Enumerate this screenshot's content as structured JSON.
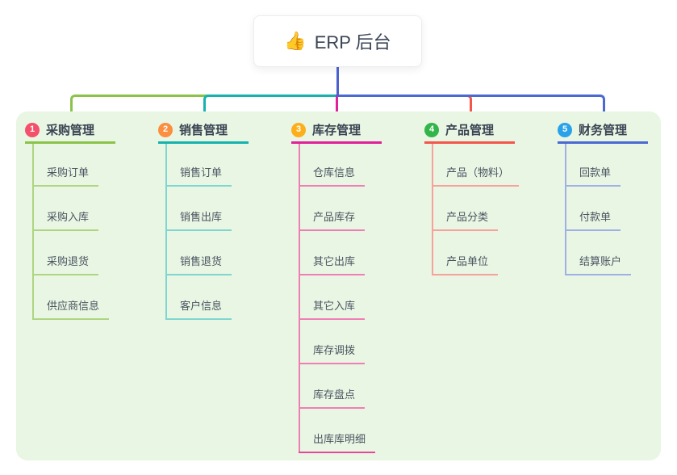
{
  "root": {
    "icon": "👍",
    "icon_name": "thumbs-up-icon",
    "label": "ERP 后台",
    "stem_color": "#4b62ce"
  },
  "panel": {
    "bg": "#e8f6e3"
  },
  "branches": [
    {
      "badge": "1",
      "badge_color": "#f4506b",
      "label": "采购管理",
      "color": "#8bc34a",
      "tint": "#aed581",
      "children": [
        "采购订单",
        "采购入库",
        "采购退货",
        "供应商信息"
      ]
    },
    {
      "badge": "2",
      "badge_color": "#fb8e3f",
      "label": "销售管理",
      "color": "#16b3ae",
      "tint": "#7fd6d0",
      "children": [
        "销售订单",
        "销售出库",
        "销售退货",
        "客户信息"
      ]
    },
    {
      "badge": "3",
      "badge_color": "#fcaf1b",
      "label": "库存管理",
      "color": "#e0219a",
      "tint": "#f07eb5",
      "last_line_color": "#e8459c",
      "children": [
        "仓库信息",
        "产品库存",
        "其它出库",
        "其它入库",
        "库存调拨",
        "库存盘点",
        "出库库明细"
      ]
    },
    {
      "badge": "4",
      "badge_color": "#33b54a",
      "label": "产品管理",
      "color": "#f4564c",
      "tint": "#f8a09a",
      "children": [
        "产品（物料）",
        "产品分类",
        "产品单位"
      ]
    },
    {
      "badge": "5",
      "badge_color": "#29a2ea",
      "label": "财务管理",
      "color": "#4a69d2",
      "tint": "#9fb0e4",
      "children": [
        "回款单",
        "付款单",
        "结算账户"
      ]
    }
  ]
}
